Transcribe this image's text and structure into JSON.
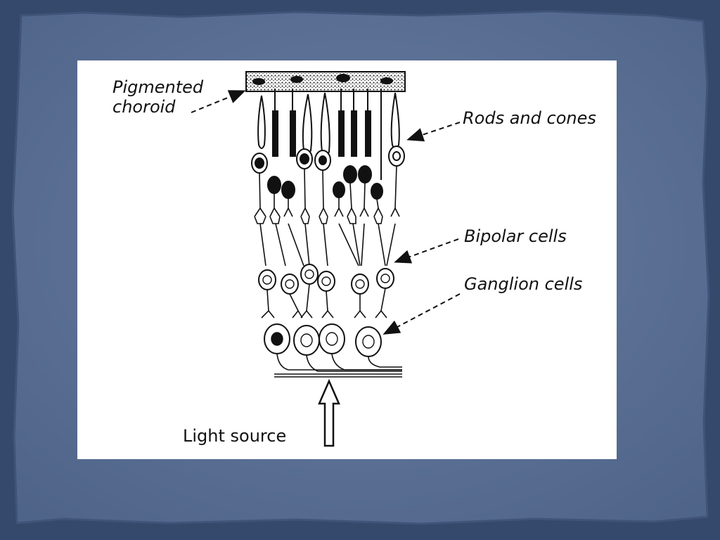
{
  "labels": {
    "pigmented_choroid": [
      "Pigmented",
      "choroid"
    ],
    "rods_and_cones": "Rods and cones",
    "bipolar_cells": "Bipolar cells",
    "ganglion_cells": "Ganglion cells",
    "light_source": "Light source"
  },
  "colors": {
    "page_background": "#34496b",
    "panel_background": "#5b7096",
    "diagram_background": "#ffffff",
    "ink": "#111111"
  },
  "icons": [
    "dashed-arrow-icon",
    "up-arrow-icon"
  ]
}
